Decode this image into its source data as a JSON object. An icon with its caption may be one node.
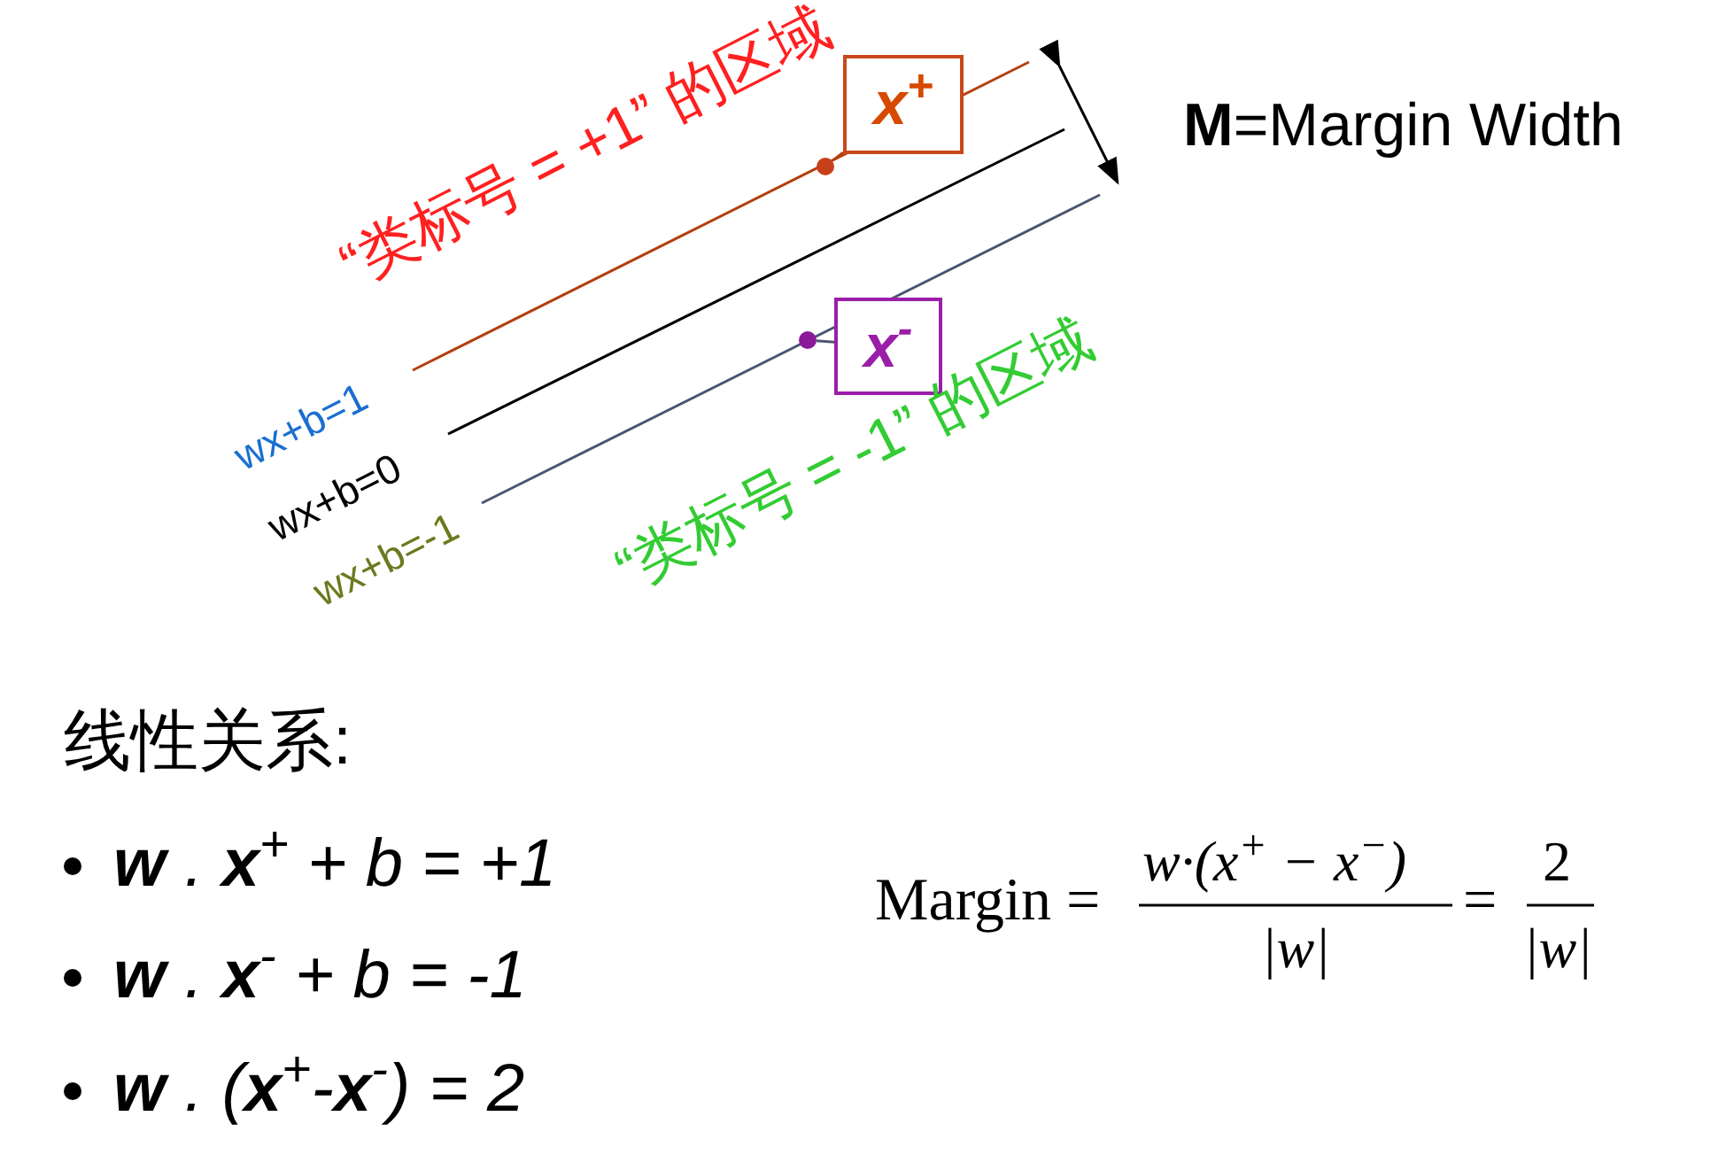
{
  "diagram": {
    "nodes": [
      {
        "text": [
          "x$^{+}$"
        ]
      },
      {
        "text": [],
        "shape": "circle"
      },
      {
        "text": [
          "x$^{-}$"
        ]
      },
      {
        "text": [],
        "shape": "circle"
      }
    ],
    "edges": [
      {
        "from": 0,
        "to": 1,
        "arrow": "none",
        "color": "#b5400f"
      },
      {
        "from": 2,
        "to": 3,
        "arrow": "none",
        "color": "#4a5670"
      }
    ],
    "labels": [
      "“类标号 = +1” 的区域",
      "**M**=Margin Width",
      "wx+b=1",
      "wx+b=0",
      "wx+b=-1",
      "“类标号 = -1” 的区域",
      "线性关系:",
      "**w** . **x**$^{+}$ + b = +1",
      "**w** . **x**$^{-}$ + b = -1",
      "**w** . (**x**$^{+}$-**x**$^{-}$) = 2",
      "Margin =",
      "w·(x$^{+}$ − x$^{−}$)",
      "|w|",
      "=",
      "2",
      "|w|"
    ]
  }
}
